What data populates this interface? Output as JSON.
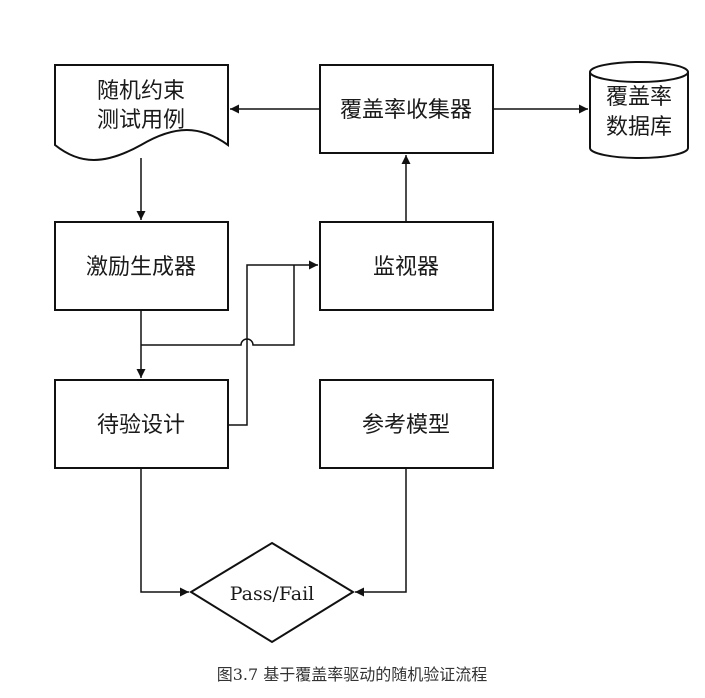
{
  "diagram": {
    "test_case": [
      "随机约束",
      "测试用例"
    ],
    "coverage_collector": "覆盖率收集器",
    "coverage_db": [
      "覆盖率",
      "数据库"
    ],
    "stimulus_generator": "激励生成器",
    "monitor": "监视器",
    "dut": "待验设计",
    "reference_model": "参考模型",
    "decision": "Pass/Fail"
  },
  "caption": "图3.7 基于覆盖率驱动的随机验证流程"
}
